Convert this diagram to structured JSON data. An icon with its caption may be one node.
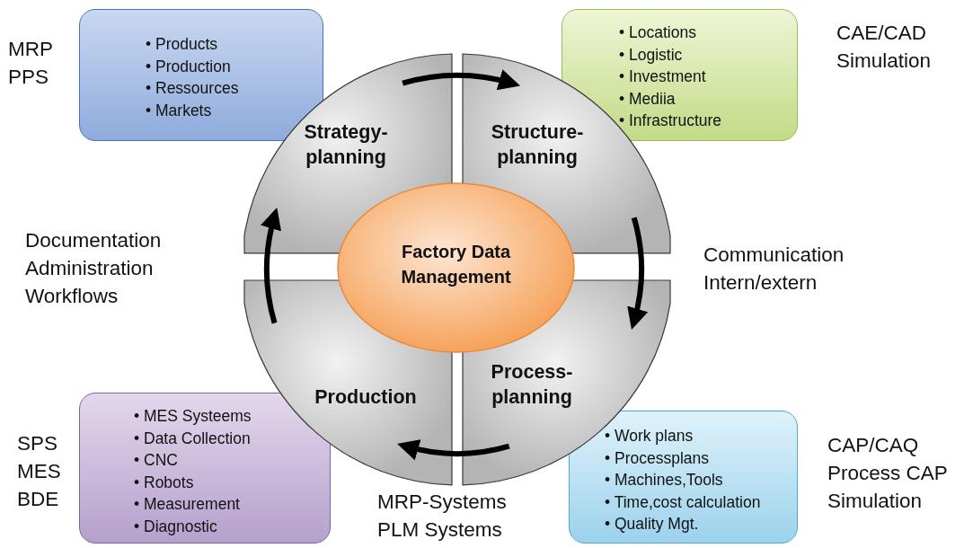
{
  "diagram": {
    "nodes": [
      {
        "text": [
          "• Products",
          "• Production",
          "• Ressources",
          "• Markets"
        ],
        "beside": [
          "MRP PPS"
        ]
      },
      {
        "text": [
          "• Locations",
          "• Logistic",
          "• Investment",
          "• Mediia",
          "• Infrastructure"
        ],
        "beside": [
          "CAE/CAD Simulation"
        ]
      },
      {
        "text": [
          "Strategy-planning"
        ]
      },
      {
        "text": [
          "Structure-planning"
        ]
      },
      {
        "text": [
          "Factory Data Management"
        ]
      },
      {
        "text": [
          "Production"
        ]
      },
      {
        "text": [
          "Process-planning"
        ]
      },
      {
        "text": [
          "• MES Systeems",
          "• Data Collection",
          "• CNC",
          "• Robots",
          "• Measurement",
          "• Diagnostic"
        ],
        "beside": [
          "SPS MES BDE"
        ]
      },
      {
        "text": [
          "• Work plans",
          "• Processplans",
          "• Machines,Tools",
          "• Time,cost calculation",
          "• Quality Mgt."
        ],
        "beside": [
          "CAP/CAQ Process CAP Simulation"
        ]
      }
    ],
    "edges": [
      {
        "from": 2,
        "to": 3,
        "arrow": "to"
      },
      {
        "from": 3,
        "to": 6,
        "arrow": "to"
      },
      {
        "from": 6,
        "to": 5,
        "arrow": "to"
      },
      {
        "from": 5,
        "to": 2,
        "arrow": "to"
      }
    ],
    "labels": [
      "Documentation Administration Workflows",
      "Communication Intern/extern",
      "MRP-Systems PLM Systems"
    ]
  }
}
